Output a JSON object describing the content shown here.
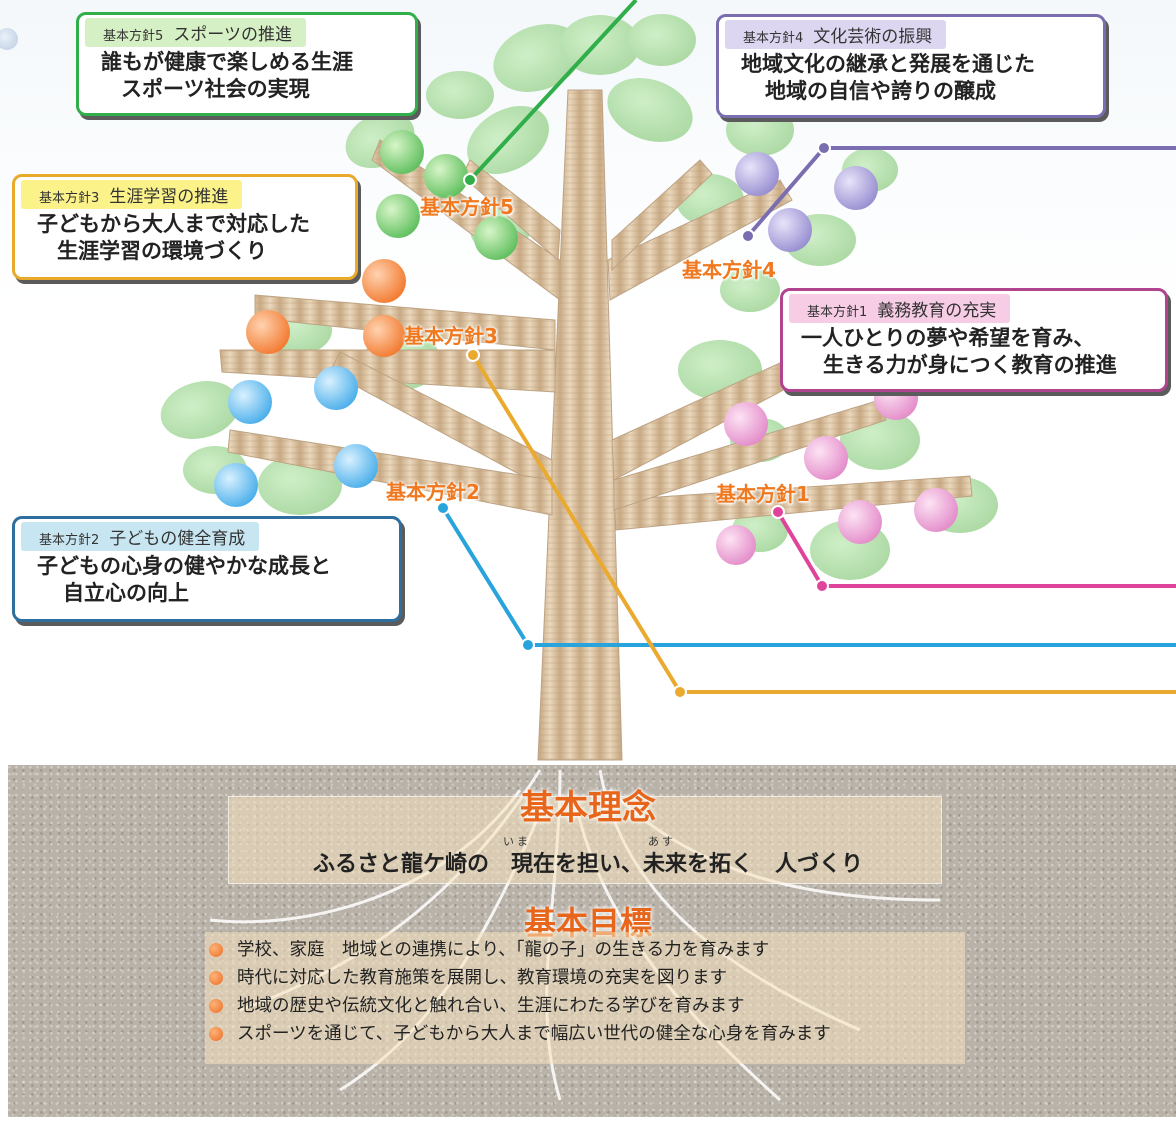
{
  "policies": [
    {
      "id": 5,
      "number": "基本方針5",
      "title": "スポーツの推進",
      "lines": [
        "誰もが健康で楽しめる生涯",
        "スポーツ社会の実現"
      ],
      "branch_label": "基本方針5",
      "color": "#2fae4a",
      "tab_color": "#d6f0c5"
    },
    {
      "id": 4,
      "number": "基本方針4",
      "title": "文化芸術の振興",
      "lines": [
        "地域文化の継承と発展を通じた",
        "地域の自信や誇りの醸成"
      ],
      "branch_label": "基本方針4",
      "color": "#7a6db0",
      "tab_color": "#ddd6f0"
    },
    {
      "id": 3,
      "number": "基本方針3",
      "title": "生涯学習の推進",
      "lines": [
        "子どもから大人まで対応した",
        "生涯学習の環境づくり"
      ],
      "branch_label": "基本方針3",
      "color": "#e9a92b",
      "tab_color": "#fbf28a"
    },
    {
      "id": 1,
      "number": "基本方針1",
      "title": "義務教育の充実",
      "lines": [
        "一人ひとりの夢や希望を育み、",
        "生きる力が身につく教育の推進"
      ],
      "branch_label": "基本方針1",
      "color": "#b0448f",
      "tab_color": "#f7cde6"
    },
    {
      "id": 2,
      "number": "基本方針2",
      "title": "子どもの健全育成",
      "lines": [
        "子どもの心身の健やかな成長と",
        "自立心の向上"
      ],
      "branch_label": "基本方針2",
      "color": "#2f6f9f",
      "tab_color": "#c8e6f2"
    }
  ],
  "philosophy": {
    "title": "基本理念",
    "text": "ふるさと龍ケ崎の　現在を担い、未来を拓く　人づくり",
    "ruby_ima": "いま",
    "ruby_asu": "あす"
  },
  "goals": {
    "title": "基本目標",
    "items": [
      "学校、家庭　地域との連携により、「龍の子」の生きる力を育みます",
      "時代に対応した教育施策を展開し、教育環境の充実を図ります",
      "地域の歴史や伝統文化と触れ合い、生涯にわたる学びを育みます",
      "スポーツを通じて、子どもから大人まで幅広い世代の健全な心身を育みます"
    ]
  },
  "colors": {
    "leaf": "#a8d8a0",
    "trunk": "#dcc3a2",
    "apple_green": "#6cc86a",
    "apple_purple": "#a79fd8",
    "apple_orange": "#f6873f",
    "apple_blue": "#63b9ef",
    "apple_pink": "#e89bd2",
    "line_blue": "#29a3dc",
    "line_pink": "#e0449a",
    "line_orange": "#eaa92f"
  }
}
